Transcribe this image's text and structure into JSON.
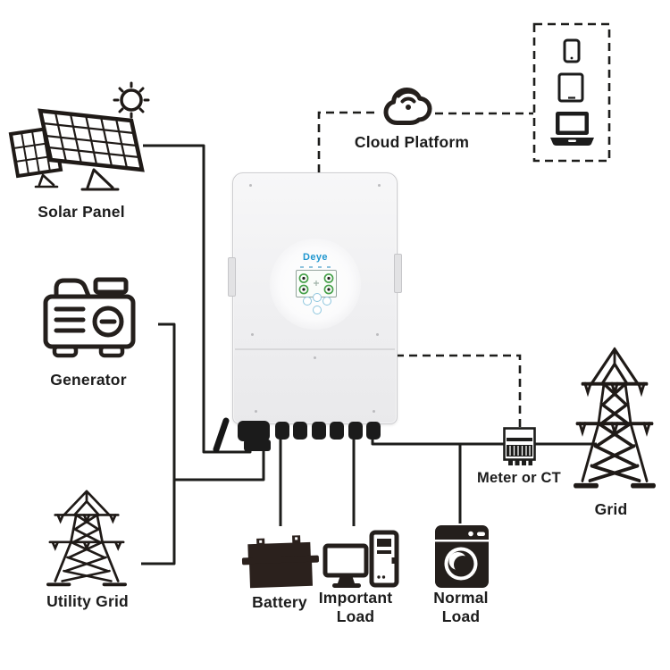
{
  "labels": {
    "solar_panel": "Solar Panel",
    "generator": "Generator",
    "utility_grid": "Utility Grid",
    "cloud_platform": "Cloud Platform",
    "meter": "Meter or CT",
    "grid": "Grid",
    "battery": "Battery",
    "important_load": "Important Load",
    "normal_load": "Normal Load"
  },
  "inverter": {
    "brand": "Deye"
  },
  "colors": {
    "line": "#1d1d1b",
    "icon": "#241f1c",
    "battery_icon": "#2b211d",
    "deye_blue": "#2197cf",
    "gauge_green": "#45a049",
    "inverter_body": "#f2f2f4"
  },
  "icons": [
    "solar-panel-icon",
    "sun-icon",
    "generator-icon",
    "utility-grid-tower-icon",
    "cloud-wifi-icon",
    "phone-icon",
    "tablet-icon",
    "laptop-icon",
    "inverter-device",
    "meter-icon",
    "grid-tower-icon",
    "battery-icon",
    "computer-icon",
    "washing-machine-icon"
  ],
  "connections": [
    {
      "from": "solar-panel",
      "to": "inverter",
      "style": "solid"
    },
    {
      "from": "generator",
      "to": "inverter",
      "style": "solid"
    },
    {
      "from": "utility-grid",
      "to": "inverter",
      "style": "solid"
    },
    {
      "from": "inverter",
      "to": "battery",
      "style": "solid"
    },
    {
      "from": "inverter",
      "to": "important-load",
      "style": "solid"
    },
    {
      "from": "inverter",
      "to": "grid",
      "style": "solid"
    },
    {
      "from": "grid-line",
      "to": "normal-load",
      "style": "solid"
    },
    {
      "from": "inverter",
      "to": "meter-or-ct",
      "style": "dashed"
    },
    {
      "from": "inverter",
      "to": "cloud-platform",
      "style": "dashed"
    },
    {
      "from": "cloud-platform",
      "to": "devices-box",
      "style": "dashed"
    }
  ]
}
